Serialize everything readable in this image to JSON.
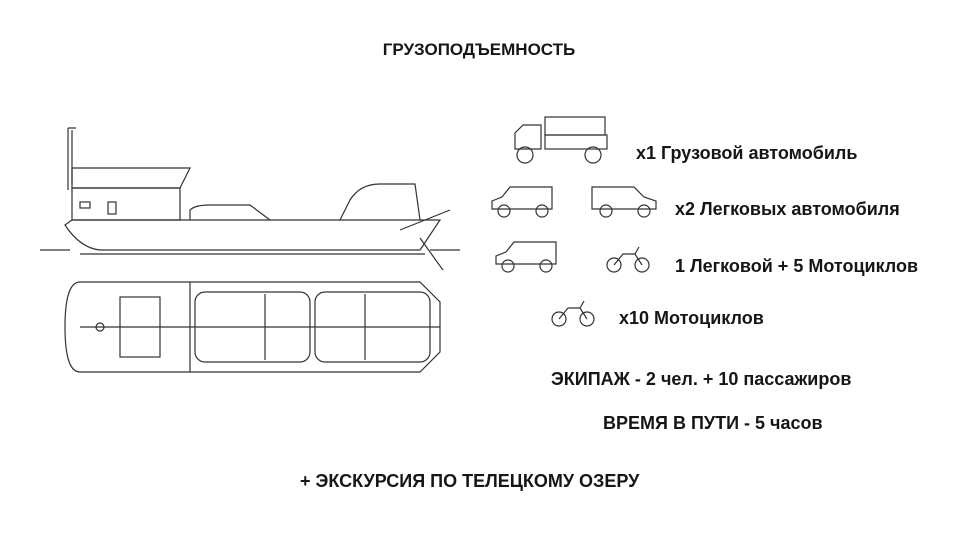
{
  "title": "ГРУЗОПОДЪЕМНОСТЬ",
  "capacity": [
    {
      "label": "x1  Грузовой автомобиль",
      "icons": [
        "truck-icon"
      ]
    },
    {
      "label": "x2  Легковых автомобиля",
      "icons": [
        "car-icon",
        "car-icon"
      ]
    },
    {
      "label": "1 Легковой + 5 Мотоциклов",
      "icons": [
        "car-icon",
        "motorcycle-icon"
      ]
    },
    {
      "label": "x10 Мотоциклов",
      "icons": [
        "motorcycle-icon"
      ]
    }
  ],
  "crew": "ЭКИПАЖ - 2 чел. + 10 пассажиров",
  "travel_time": "ВРЕМЯ В ПУТИ - 5 часов",
  "excursion": "+ ЭКСКУРСИЯ ПО ТЕЛЕЦКОМУ ОЗЕРУ"
}
